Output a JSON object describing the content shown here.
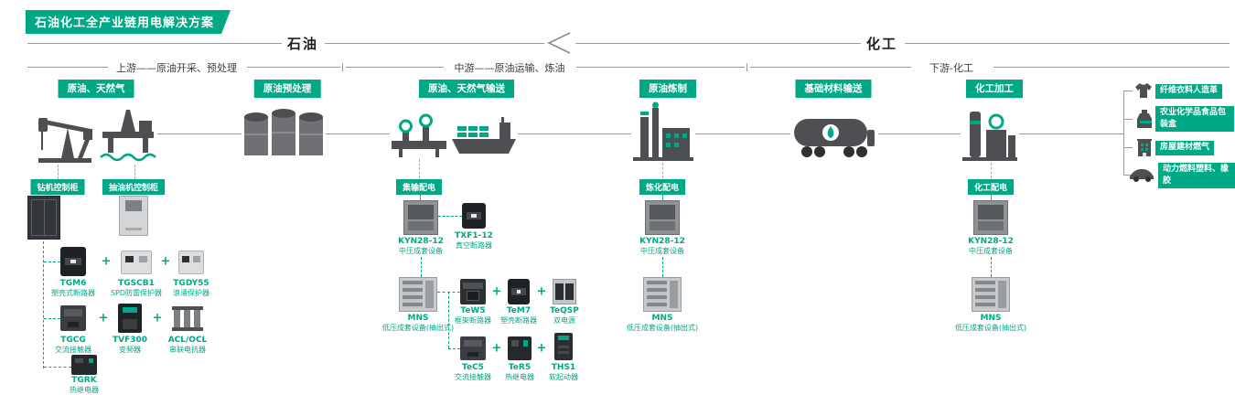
{
  "colors": {
    "accent": "#00a886",
    "icon_dark": "#4d4f53",
    "line": "#9b9b9b"
  },
  "title": "石油化工全产业链用电解决方案",
  "sections": {
    "oil": "石油",
    "chemical": "化工"
  },
  "stages": {
    "upstream": "上游——原油开采、预处理",
    "midstream": "中游——原油运输、炼油",
    "downstream": "下游-化工"
  },
  "process_badges": {
    "crude_gas": "原油、天然气",
    "pretreatment": "原油预处理",
    "transport": "原油、天然气输送",
    "refining": "原油炼制",
    "materials": "基础材料输送",
    "processing": "化工加工"
  },
  "panel_badges": {
    "drill_control": "钻机控制柜",
    "pump_control": "抽油机控制柜",
    "gathering": "集输配电",
    "refining": "炼化配电",
    "chemical": "化工配电"
  },
  "end_products": {
    "fiber": "纤维衣料人造革",
    "agri": "农业化学品食品包装盒",
    "building": "房屋建材燃气",
    "fuel": "动力燃料塑料、橡胶"
  },
  "plus": "+",
  "products": {
    "tgm6": {
      "name": "TGM6",
      "desc": "塑壳式断路器"
    },
    "tgscb1": {
      "name": "TGSCB1",
      "desc": "SPD防雷保护器"
    },
    "tgdy55": {
      "name": "TGDY55",
      "desc": "浪涌保护器"
    },
    "tgcg": {
      "name": "TGCG",
      "desc": "交流接触器"
    },
    "tvf300": {
      "name": "TVF300",
      "desc": "变频器"
    },
    "acl_ocl": {
      "name": "ACL/OCL",
      "desc": "串联电抗器"
    },
    "tgrk": {
      "name": "TGRK",
      "desc": "热继电器"
    },
    "kyn_gather": {
      "name": "KYN28-12",
      "desc": "中压成套设备"
    },
    "txf1": {
      "name": "TXF1-12",
      "desc": "真空断路器"
    },
    "mns_gather": {
      "name": "MNS",
      "desc": "低压成套设备(抽出式)"
    },
    "tew5": {
      "name": "TeW5",
      "desc": "框架断路器"
    },
    "tem7": {
      "name": "TeM7",
      "desc": "塑壳断路器"
    },
    "teqsp": {
      "name": "TeQSP",
      "desc": "双电源"
    },
    "tec5": {
      "name": "TeC5",
      "desc": "交流接触器"
    },
    "ter5": {
      "name": "TeR5",
      "desc": "热继电器"
    },
    "ths1": {
      "name": "THS1",
      "desc": "软起动器"
    },
    "kyn_refine": {
      "name": "KYN28-12",
      "desc": "中压成套设备"
    },
    "mns_refine": {
      "name": "MNS",
      "desc": "低压成套设备(抽出式)"
    },
    "kyn_chem": {
      "name": "KYN28-12",
      "desc": "中压成套设备"
    },
    "mns_chem": {
      "name": "MNS",
      "desc": "低压成套设备(抽出式)"
    }
  }
}
